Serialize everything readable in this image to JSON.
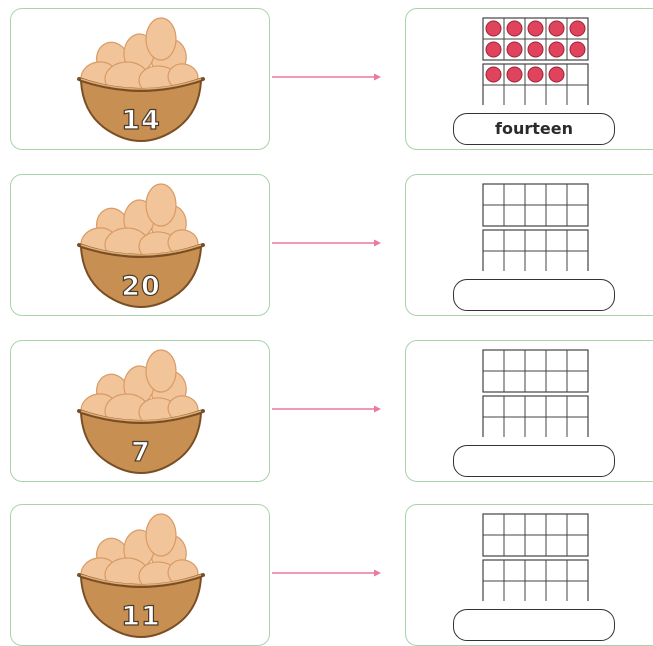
{
  "colors": {
    "card_border": "#a9d3a9",
    "arrow": "#e87a9f",
    "counter": "#e0445d",
    "counter_outline": "#9c2236",
    "grid_line": "#444444",
    "bowl": "#c78f52",
    "bowl_dark": "#7a4e24",
    "egg": "#f2c49a",
    "egg_shadow": "#d99a64"
  },
  "rows": [
    {
      "number": "14",
      "word": "fourteen",
      "filled": 14
    },
    {
      "number": "20",
      "word": "",
      "filled": 0
    },
    {
      "number": "7",
      "word": "",
      "filled": 0
    },
    {
      "number": "11",
      "word": "",
      "filled": 0
    }
  ]
}
